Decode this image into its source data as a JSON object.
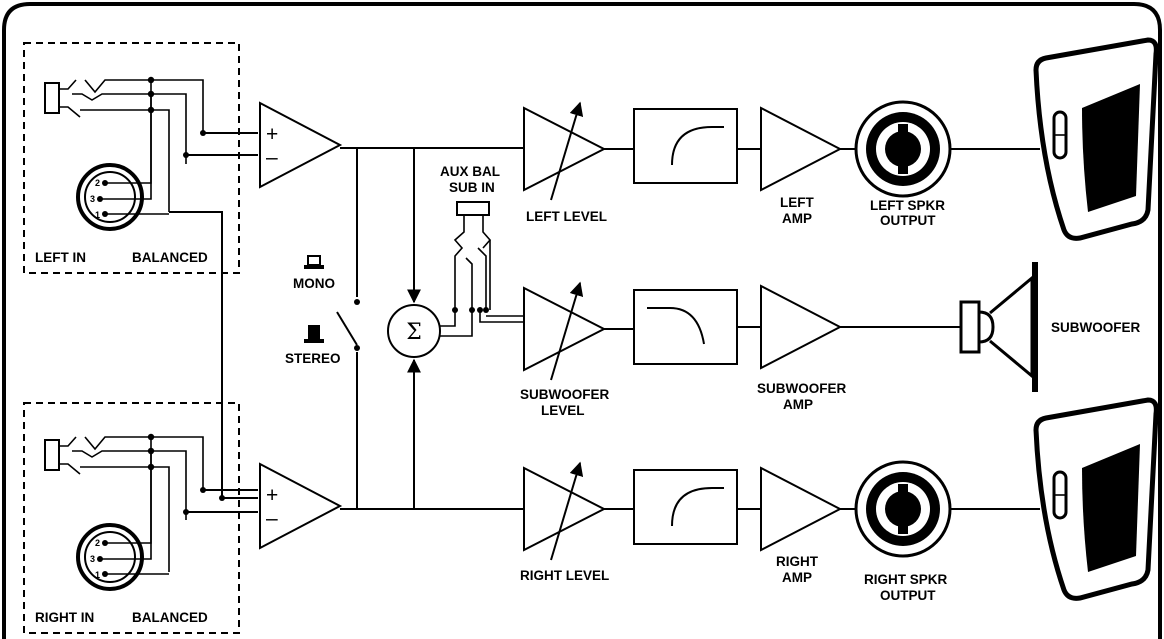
{
  "inputs": {
    "left_in": "LEFT IN",
    "left_balanced": "BALANCED",
    "right_in": "RIGHT IN",
    "right_balanced": "BALANCED",
    "pin_2": "2",
    "pin_3": "3",
    "pin_1": "1"
  },
  "amp_signs": {
    "plus": "+",
    "minus": "–"
  },
  "switch": {
    "mono": "MONO",
    "stereo": "STEREO"
  },
  "summer": {
    "symbol": "Σ"
  },
  "aux": {
    "line1": "AUX BAL",
    "line2": "SUB IN"
  },
  "left_channel": {
    "level": "LEFT LEVEL",
    "amp_line1": "LEFT",
    "amp_line2": "AMP",
    "output_line1": "LEFT SPKR",
    "output_line2": "OUTPUT"
  },
  "sub_channel": {
    "level_line1": "SUBWOOFER",
    "level_line2": "LEVEL",
    "amp_line1": "SUBWOOFER",
    "amp_line2": "AMP",
    "speaker": "SUBWOOFER"
  },
  "right_channel": {
    "level": "RIGHT LEVEL",
    "amp_line1": "RIGHT",
    "amp_line2": "AMP",
    "output_line1": "RIGHT SPKR",
    "output_line2": "OUTPUT"
  }
}
